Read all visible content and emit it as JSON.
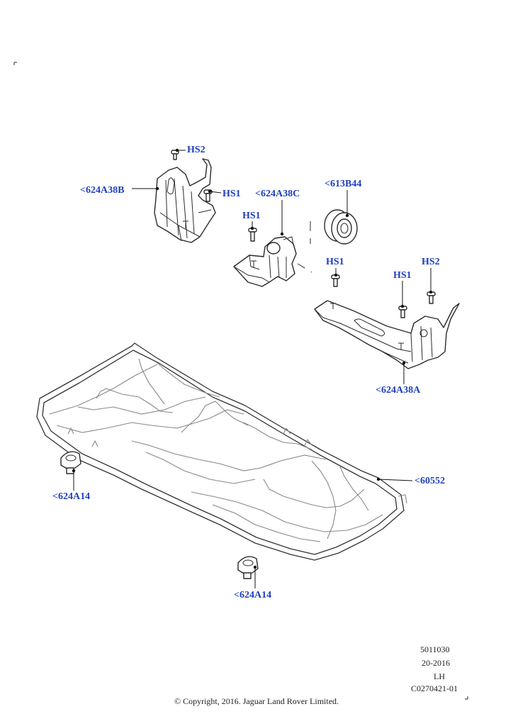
{
  "callouts": {
    "hs2_top": "HS2",
    "bracket_b": "<624A38B",
    "hs1_b": "HS1",
    "bracket_c": "<624A38C",
    "grommet": "<613B44",
    "hs1_c": "HS1",
    "hs1_a_left": "HS1",
    "hs1_a_right": "HS1",
    "hs2_a": "HS2",
    "bracket_a": "<624A38A",
    "net": "<60552",
    "clip_left": "<624A14",
    "clip_bottom": "<624A14"
  },
  "meta": {
    "code": "5011030",
    "date": "20-2016",
    "side": "LH",
    "illustration_id": "C0270421-01"
  },
  "copyright": "© Copyright, 2016. Jaguar Land Rover Limited.",
  "colors": {
    "callout": "#1f3fbf",
    "line": "#2a2a2a"
  }
}
